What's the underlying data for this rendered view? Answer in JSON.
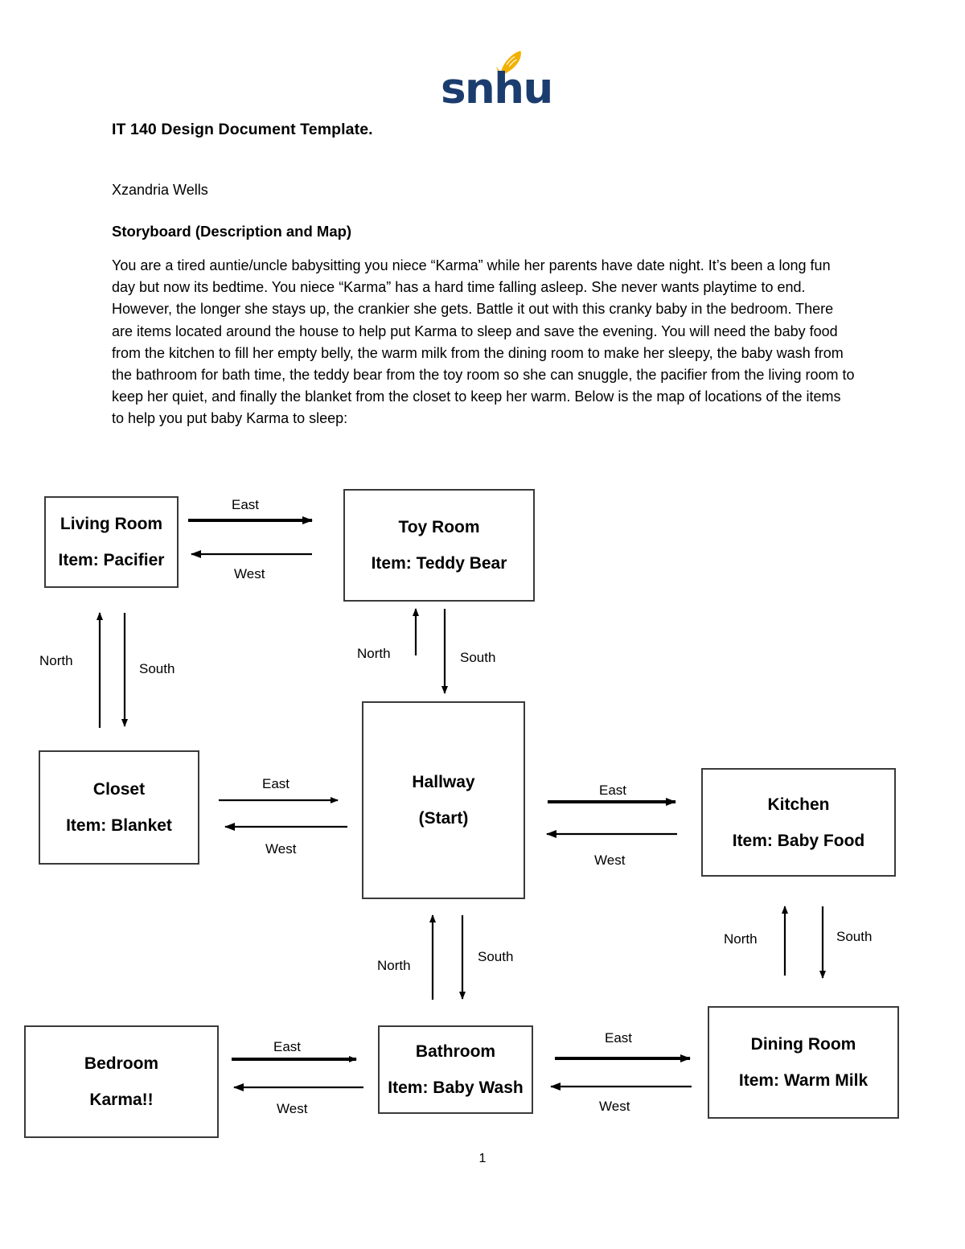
{
  "document": {
    "logo_text": "snhu",
    "logo_icon": "snhu-flame-logo",
    "brand_navy": "#1b3c6e",
    "brand_gold": "#f2b000",
    "title": "IT 140 Design Document Template.",
    "author": "Xzandria Wells",
    "section_heading": "Storyboard (Description and Map)",
    "paragraph": "You are a tired auntie/uncle babysitting you niece “Karma” while her parents have date night.  It’s been a long fun day but now its bedtime. You niece “Karma” has a hard time falling asleep. She never wants playtime to end. However, the longer she stays up, the crankier she gets. Battle it out with this cranky baby in the bedroom. There are items located around the house to help put Karma to sleep and save the evening. You will need the baby food from the kitchen to fill her empty belly, the warm milk from the dining room to make her sleepy, the baby wash from the bathroom for bath time, the teddy bear from the toy room so she can snuggle, the pacifier from the living room to keep her quiet, and finally the blanket from the closet to keep her warm.  Below is the map of locations of the items to help you put baby Karma to sleep:",
    "page_number": "1"
  },
  "map": {
    "rooms": [
      {
        "id": "living-room",
        "name": "Living Room",
        "item": "Item: Pacifier"
      },
      {
        "id": "toy-room",
        "name": "Toy Room",
        "item": "Item: Teddy Bear"
      },
      {
        "id": "closet",
        "name": "Closet",
        "item": "Item: Blanket"
      },
      {
        "id": "hallway",
        "name": "Hallway",
        "item": "(Start)"
      },
      {
        "id": "kitchen",
        "name": "Kitchen",
        "item": "Item: Baby Food"
      },
      {
        "id": "bedroom",
        "name": "Bedroom",
        "item": "Karma!!"
      },
      {
        "id": "bathroom",
        "name": "Bathroom",
        "item": "Item: Baby Wash"
      },
      {
        "id": "dining-room",
        "name": "Dining Room",
        "item": "Item: Warm Milk"
      }
    ],
    "direction_labels": {
      "living_toy_east": "East",
      "living_toy_west": "West",
      "living_closet_north": "North",
      "living_closet_south": "South",
      "toy_hallway_north": "North",
      "toy_hallway_south": "South",
      "closet_hallway_east": "East",
      "closet_hallway_west": "West",
      "hallway_kitchen_east": "East",
      "hallway_kitchen_west": "West",
      "hallway_bathroom_north": "North",
      "hallway_bathroom_south": "South",
      "kitchen_dining_north": "North",
      "kitchen_dining_south": "South",
      "bedroom_bathroom_east": "East",
      "bedroom_bathroom_west": "West",
      "bathroom_dining_east": "East",
      "bathroom_dining_west": "West"
    }
  }
}
